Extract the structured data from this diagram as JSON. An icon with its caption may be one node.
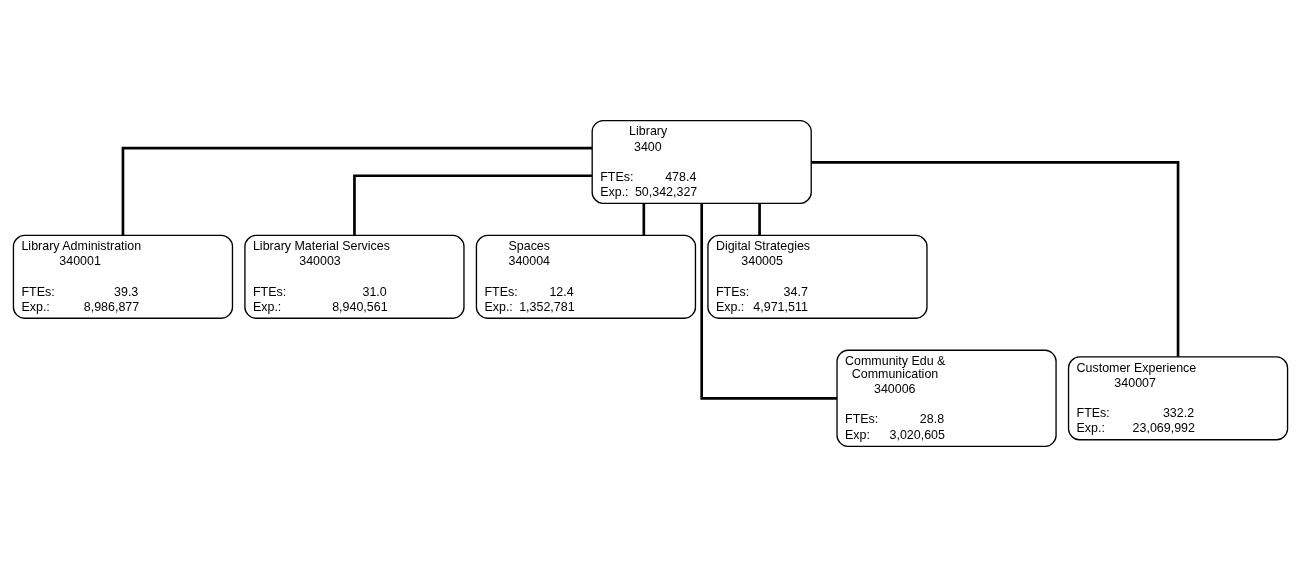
{
  "diagram": {
    "nodes": [
      {
        "text": [
          "Library",
          "3400",
          "FTEs:",
          "478.4",
          "Exp.:",
          "50,342,327"
        ]
      },
      {
        "text": [
          "Library Administration",
          "340001",
          "FTEs:",
          "39.3",
          "Exp.:",
          "8,986,877"
        ]
      },
      {
        "text": [
          "Library Material Services",
          "340003",
          "FTEs:",
          "31.0",
          "Exp.:",
          "8,940,561"
        ]
      },
      {
        "text": [
          "Spaces",
          "340004",
          "FTEs:",
          "12.4",
          "Exp.:",
          "1,352,781"
        ]
      },
      {
        "text": [
          "Digital Strategies",
          "340005",
          "FTEs:",
          "34.7",
          "Exp.:",
          "4,971,511"
        ]
      },
      {
        "text": [
          "Community Edu & Communication",
          "340006",
          "FTEs:",
          "28.8",
          "Exp:",
          "3,020,605"
        ]
      },
      {
        "text": [
          "Customer Experience",
          "340007",
          "FTEs:",
          "332.2",
          "Exp.:",
          "23,069,992"
        ]
      }
    ],
    "edges": [
      {
        "from": 0,
        "to": 1,
        "arrow": "none"
      },
      {
        "from": 0,
        "to": 2,
        "arrow": "none"
      },
      {
        "from": 0,
        "to": 3,
        "arrow": "none"
      },
      {
        "from": 0,
        "to": 4,
        "arrow": "none"
      },
      {
        "from": 0,
        "to": 5,
        "arrow": "none"
      },
      {
        "from": 0,
        "to": 6,
        "arrow": "none"
      }
    ]
  }
}
